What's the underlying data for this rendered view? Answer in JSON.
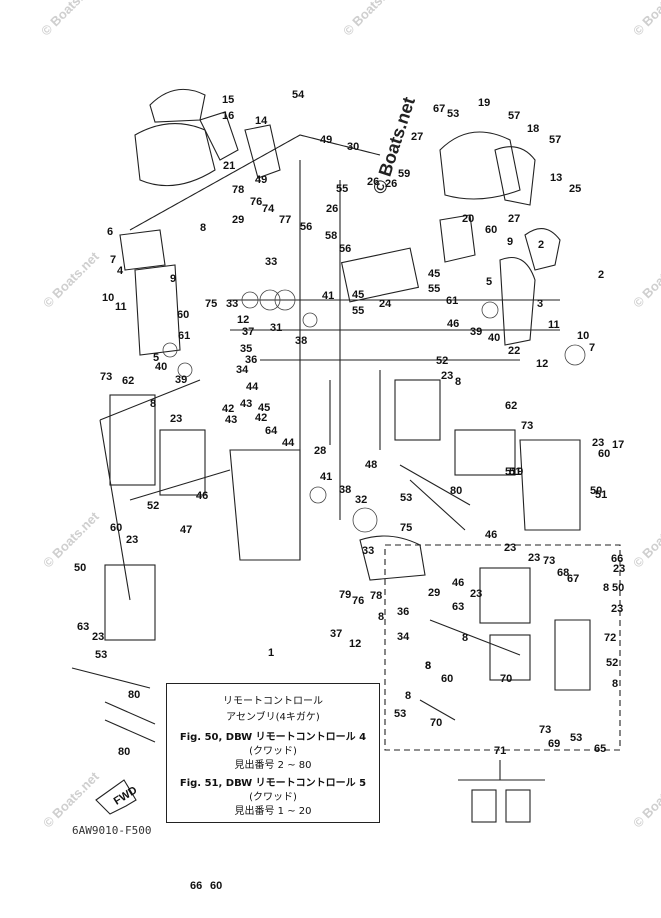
{
  "watermark": "© Boats.net",
  "center_watermark": "© Boats.net",
  "assembly_box": {
    "callout": "1",
    "line1": "リモートコントロール",
    "line2": "アセンブリ(4キガケ)",
    "line3": "Fig. 50, DBW リモートコントロール 4",
    "line4": "(クワッド)",
    "line5": "見出番号 2 ~ 80",
    "line6": "Fig. 51, DBW リモートコントロール 5",
    "line7": "(クワッド)",
    "line8": "見出番号 1 ~ 20"
  },
  "fwd_label": "FWD",
  "figure_code": "6AW9010-F500",
  "part_numbers": [
    "15",
    "16",
    "14",
    "54",
    "49",
    "30",
    "21",
    "49",
    "78",
    "76",
    "74",
    "77",
    "29",
    "8",
    "56",
    "58",
    "56",
    "26",
    "26",
    "55",
    "59",
    "26",
    "20",
    "60",
    "9",
    "45",
    "55",
    "61",
    "5",
    "4",
    "7",
    "6",
    "9",
    "10",
    "11",
    "5",
    "60",
    "61",
    "40",
    "39",
    "73",
    "62",
    "8",
    "23",
    "43",
    "42",
    "45",
    "42",
    "43",
    "64",
    "44",
    "33",
    "75",
    "33",
    "37",
    "31",
    "38",
    "41",
    "35",
    "36",
    "34",
    "44",
    "12",
    "24",
    "45",
    "55",
    "46",
    "39",
    "40",
    "52",
    "23",
    "8",
    "2",
    "3",
    "2",
    "11",
    "10",
    "7",
    "22",
    "12",
    "51",
    "52",
    "46",
    "47",
    "28",
    "48",
    "53",
    "80",
    "62",
    "73",
    "23",
    "60",
    "51",
    "50",
    "41",
    "38",
    "32",
    "75",
    "33",
    "29",
    "78",
    "76",
    "79",
    "36",
    "37",
    "12",
    "8",
    "34",
    "60",
    "23",
    "50",
    "63",
    "23",
    "53",
    "80",
    "80",
    "53",
    "46",
    "23",
    "46",
    "23",
    "23",
    "73",
    "68",
    "67",
    "66",
    "8",
    "72",
    "63",
    "23",
    "52",
    "8",
    "8",
    "8",
    "60",
    "70",
    "70",
    "73",
    "53",
    "65",
    "69",
    "71",
    "8",
    "67",
    "53",
    "19",
    "27",
    "57",
    "18",
    "57",
    "13",
    "25",
    "27",
    "19",
    "17",
    "51",
    "23",
    "50",
    "8",
    "66",
    "60"
  ]
}
